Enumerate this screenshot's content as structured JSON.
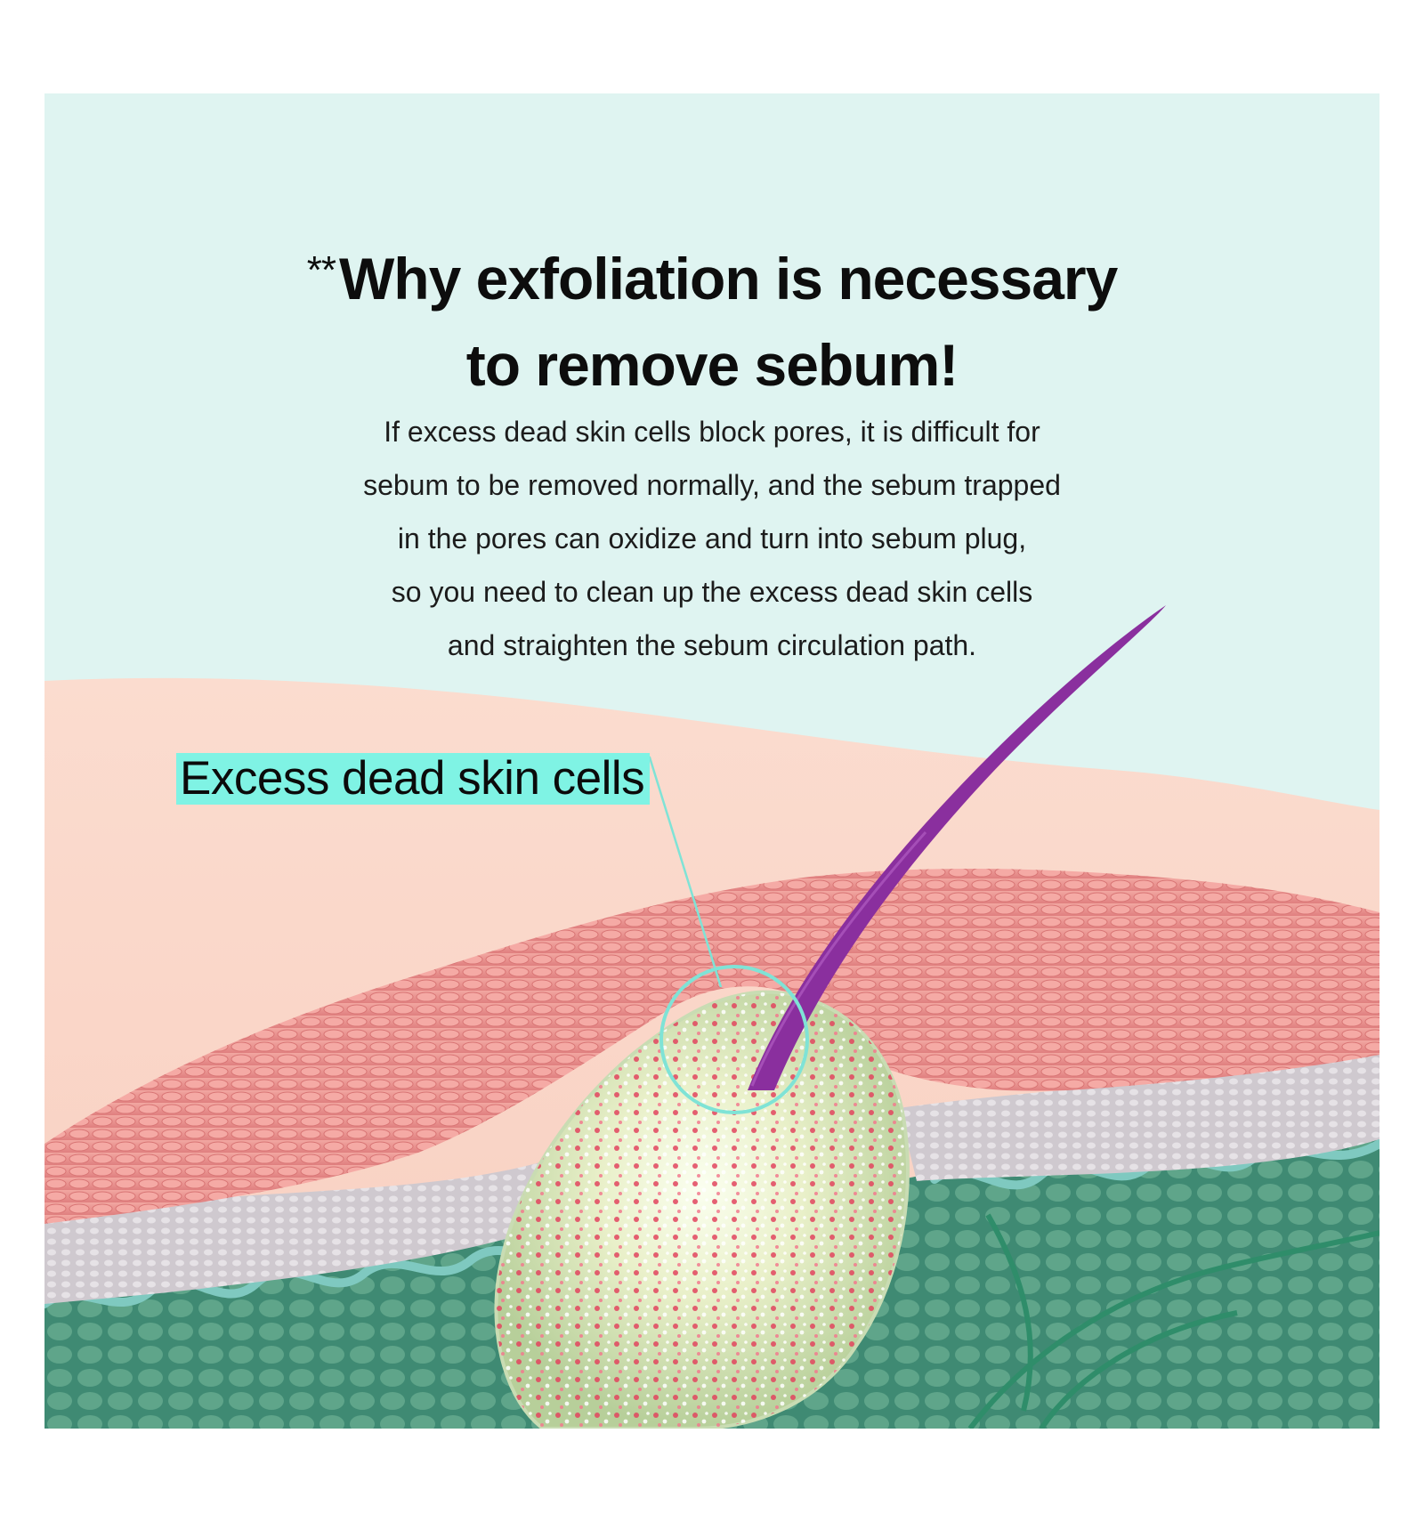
{
  "heading": {
    "stars": "**",
    "line1": "Why exfoliation is necessary",
    "line2": "to remove sebum!"
  },
  "body": {
    "lines": [
      "If excess dead skin cells block pores, it is difficult for",
      "sebum to be removed normally, and the sebum trapped",
      "in the pores can oxidize and turn into sebum plug,",
      "so you need to clean up the excess dead skin cells",
      "and straighten the sebum circulation path."
    ]
  },
  "callout": {
    "label": "Excess dead skin cells"
  },
  "colors": {
    "panel_background": "#dff4f1",
    "callout_highlight": "#7ff3e4",
    "skin_surface": "#f9d3c6",
    "dead_skin_layer": "#ef9691",
    "hair": "#8a2f9e",
    "pore_plug": "#e8f0c8",
    "dermis": "#5fa58a"
  }
}
